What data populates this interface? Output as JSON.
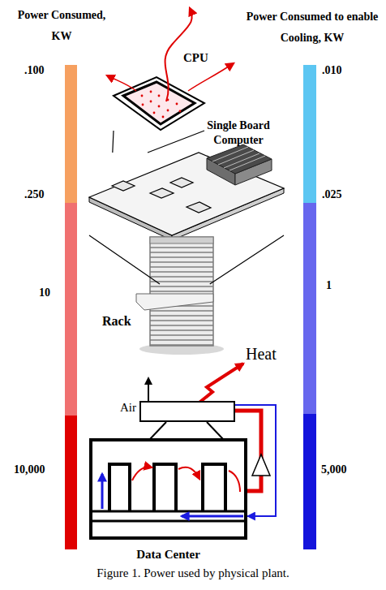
{
  "diagram": {
    "caption": "Figure 1. Power used by physical plant.",
    "nodes": [
      {
        "text": [
          "CPU"
        ]
      },
      {
        "text": [
          "Single Board Computer"
        ]
      },
      {
        "text": [
          "Rack"
        ]
      },
      {
        "text": [
          "Air"
        ]
      },
      {
        "text": [
          "Data Center"
        ]
      }
    ],
    "edges": [
      {
        "from": 0,
        "to": 1,
        "arrow": "none"
      },
      {
        "from": 1,
        "to": 2,
        "arrow": "none"
      },
      {
        "from": 4,
        "to": 3,
        "arrow": "none"
      },
      {
        "from": 3,
        "to": 4,
        "arrow": "to"
      }
    ],
    "labels": [
      "Power Consumed, KW",
      "Power Consumed to enable Cooling, KW",
      ".100",
      ".250",
      "10",
      "10,000",
      ".010",
      ".025",
      "1",
      "5,000",
      "Heat"
    ]
  }
}
